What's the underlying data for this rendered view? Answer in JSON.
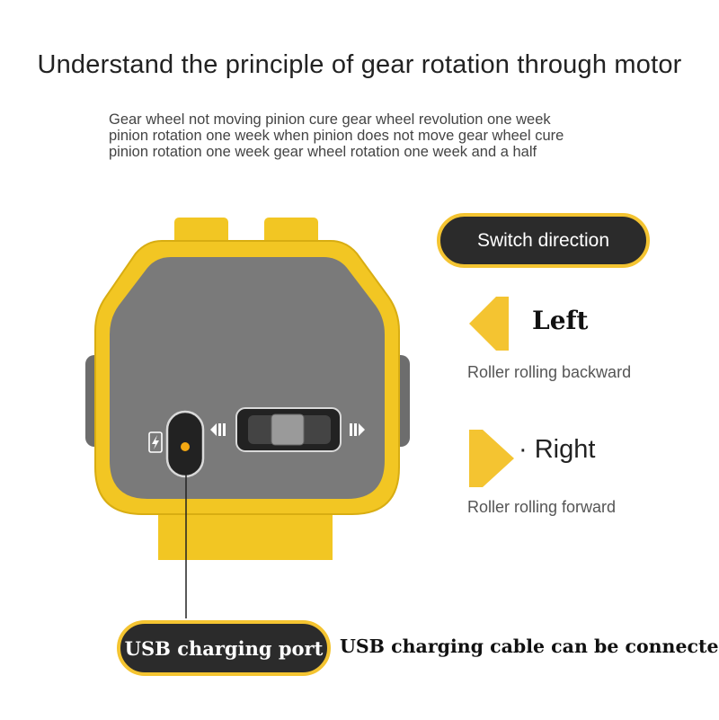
{
  "headline": "Understand the principle of gear rotation through motor",
  "description_lines": [
    "Gear wheel not moving pinion cure gear wheel revolution one week",
    "pinion rotation one week when pinion does not move gear wheel cure",
    "pinion rotation one week gear wheel rotation one week and a half"
  ],
  "switch_label": "Switch direction",
  "left": {
    "label": "Left",
    "description": "Roller rolling backward",
    "icon": "arrow-left-icon"
  },
  "right": {
    "label": "· Right",
    "description": "Roller rolling forward",
    "icon": "arrow-right-icon"
  },
  "usb": {
    "label": "USB charging port",
    "caption": "USB charging cable can be connected",
    "icon": "lightning-icon"
  },
  "colors": {
    "accent": "#f4c431",
    "device_body": "#f2c623",
    "panel": "#7a7a7a",
    "pill_bg": "#2b2b2b"
  }
}
